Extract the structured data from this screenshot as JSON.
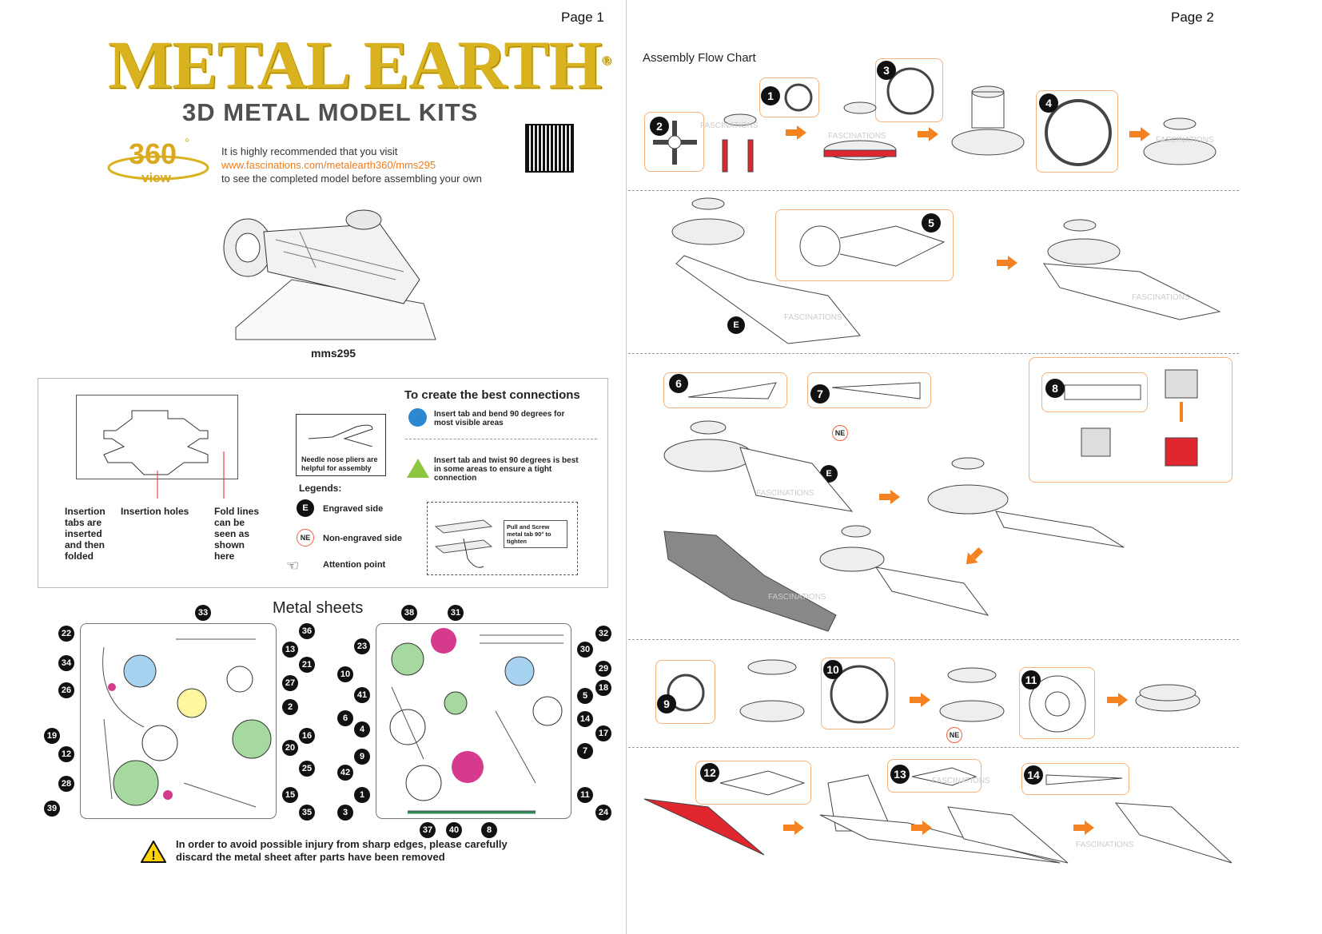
{
  "page1": {
    "page_label": "Page 1",
    "logo": "METAL EARTH",
    "reg": "®",
    "subtitle": "3D METAL MODEL KITS",
    "view360": {
      "number": "360",
      "deg": "°",
      "word": "view"
    },
    "visit_line1": "It is highly recommended that you visit",
    "visit_url": "www.fascinations.com/metalearth360/mms295",
    "visit_line2": "to see the completed model before assembling your own",
    "model_code": "mms295",
    "diagram_labels": {
      "tabs": "Insertion tabs are inserted and then folded",
      "holes": "Insertion holes",
      "fold": "Fold lines can be seen as shown here"
    },
    "pliers_note": "Needle nose pliers are helpful for assembly",
    "legends_title": "Legends:",
    "legends": [
      {
        "mark": "E",
        "label": "Engraved side"
      },
      {
        "mark": "NE",
        "label": "Non-engraved side"
      },
      {
        "mark": "",
        "label": "Attention point"
      }
    ],
    "connections_title": "To create the best connections",
    "connections": [
      {
        "label": "Insert tab and bend 90 degrees for most visible areas",
        "color": "#2a87d0"
      },
      {
        "label": "Insert tab and twist 90 degrees is best in some areas to ensure a tight connection",
        "color": "#8dc63f"
      }
    ],
    "screw_note": "Pull and Screw metal tab 90° to tighten",
    "sheets_title": "Metal sheets",
    "sheet1_parts": [
      "33",
      "36",
      "13",
      "21",
      "27",
      "2",
      "16",
      "20",
      "25",
      "15",
      "35",
      "22",
      "34",
      "26",
      "19",
      "12",
      "28",
      "39"
    ],
    "sheet2_parts": [
      "38",
      "31",
      "32",
      "30",
      "29",
      "18",
      "5",
      "14",
      "17",
      "7",
      "11",
      "24",
      "23",
      "10",
      "41",
      "6",
      "4",
      "9",
      "42",
      "1",
      "3",
      "37",
      "40",
      "8"
    ],
    "warning": "In order to avoid possible injury from sharp edges, please carefully discard the metal sheet after parts have been removed"
  },
  "page2": {
    "page_label": "Page 2",
    "title": "Assembly Flow Chart",
    "watermark": "FASCINATIONS",
    "steps": [
      "1",
      "2",
      "3",
      "4",
      "5",
      "6",
      "7",
      "8",
      "9",
      "10",
      "11",
      "12",
      "13",
      "14"
    ],
    "e": "E",
    "ne": "NE"
  },
  "colors": {
    "accent": "#f58220",
    "gold": "#d9b21f",
    "blue": "#2a87d0",
    "green": "#8dc63f",
    "red": "#e0262e"
  }
}
